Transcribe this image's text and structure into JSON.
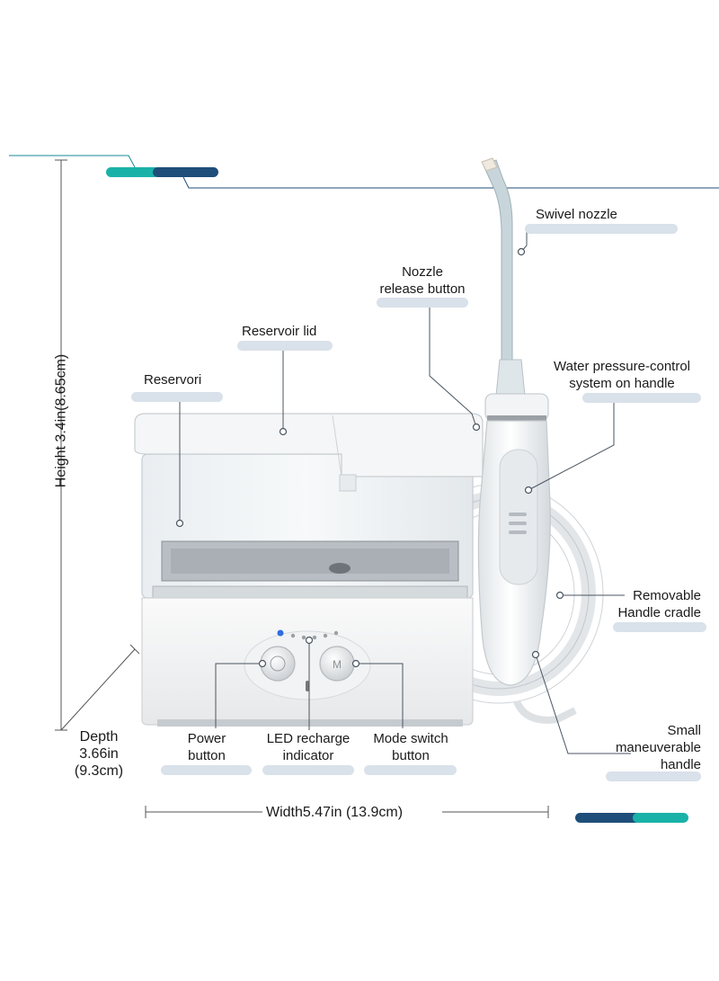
{
  "labels": {
    "swivel_nozzle": "Swivel nozzle",
    "nozzle_release_1": "Nozzle",
    "nozzle_release_2": "release button",
    "reservoir_lid": "Reservoir lid",
    "reservoir": "Reservori",
    "pressure_1": "Water pressure-control",
    "pressure_2": "system on handle",
    "cradle_1": "Removable",
    "cradle_2": "Handle cradle",
    "power_1": "Power",
    "power_2": "button",
    "led_1": "LED recharge",
    "led_2": "indicator",
    "mode_1": "Mode switch",
    "mode_2": "button",
    "handle_1": "Small",
    "handle_2": "maneuverable",
    "handle_3": "handle"
  },
  "dimensions": {
    "height": "Height 3.4in(8.65cm)",
    "depth_1": "Depth",
    "depth_2": "3.66in",
    "depth_3": "(9.3cm)",
    "width": "Width5.47in (13.9cm)"
  },
  "colors": {
    "teal": "#1ab2a8",
    "navy": "#1f4e7a",
    "label_bar": "#d9e1ea",
    "line": "#4a5560"
  }
}
